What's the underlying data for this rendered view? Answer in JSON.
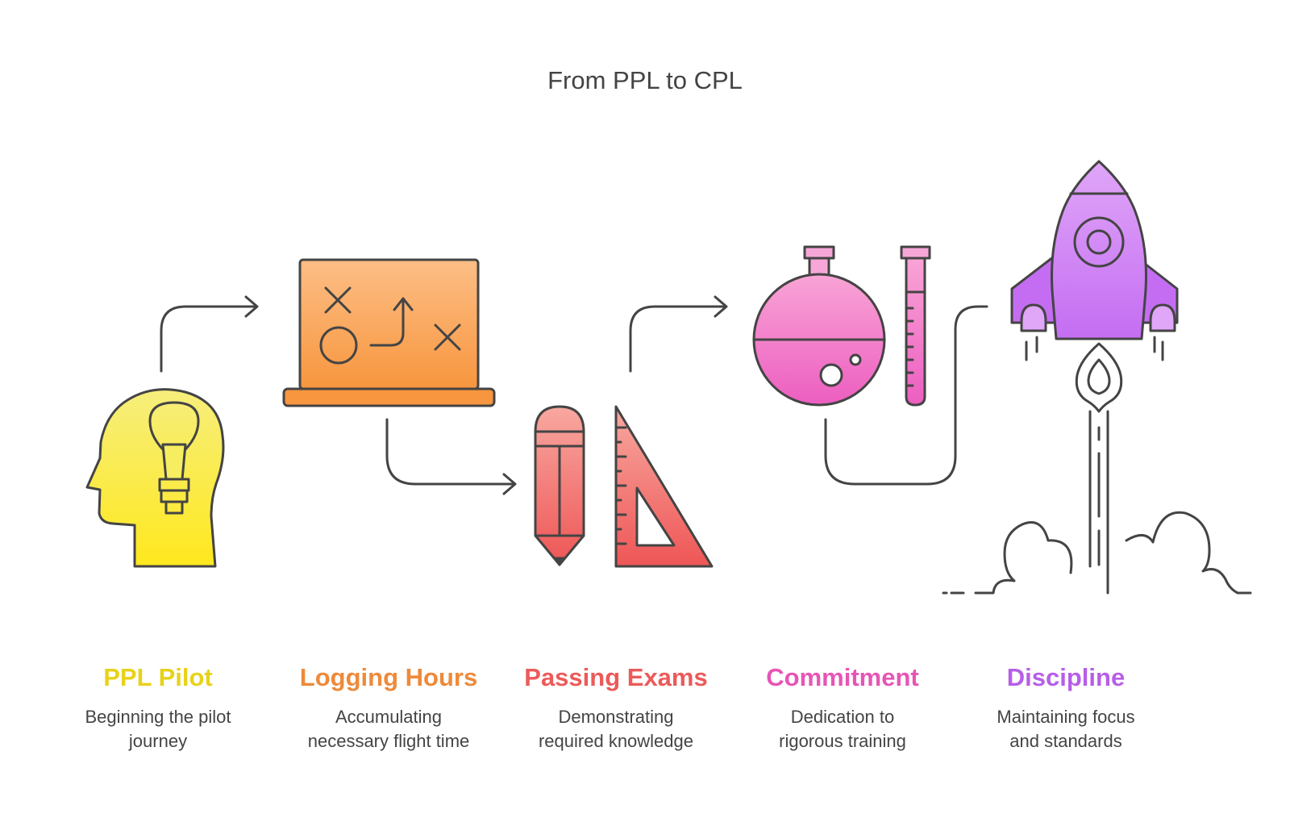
{
  "title": "From PPL to CPL",
  "steps": [
    {
      "title": "PPL Pilot",
      "description": "Beginning the pilot\njourney",
      "color": "#E8D21A",
      "icon": "head-lightbulb-icon"
    },
    {
      "title": "Logging Hours",
      "description": "Accumulating\nnecessary flight time",
      "color": "#EE8A3A",
      "icon": "strategy-board-icon"
    },
    {
      "title": "Passing Exams",
      "description": "Demonstrating\nrequired knowledge",
      "color": "#EC5A5A",
      "icon": "pencil-ruler-icon"
    },
    {
      "title": "Commitment",
      "description": "Dedication to\nrigorous training",
      "color": "#E655B5",
      "icon": "flask-test-tube-icon"
    },
    {
      "title": "Discipline",
      "description": "Maintaining focus\nand standards",
      "color": "#B75EE8",
      "icon": "rocket-launch-icon"
    }
  ]
}
